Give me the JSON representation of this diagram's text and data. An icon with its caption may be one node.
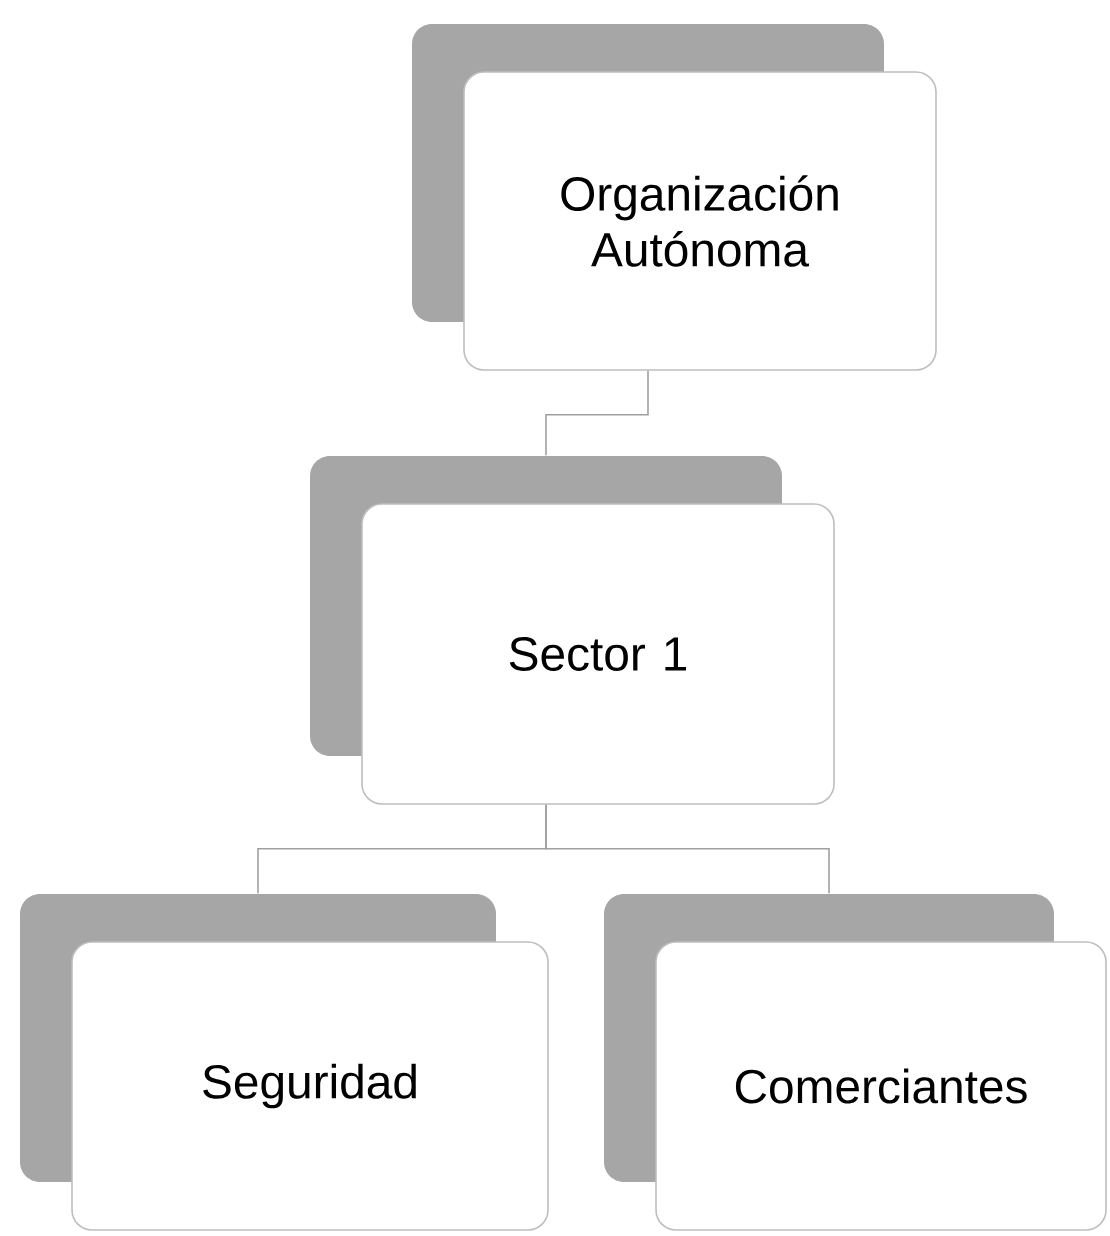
{
  "diagram": {
    "nodes": [
      {
        "text": [
          "Organización Autónoma"
        ]
      },
      {
        "text": [
          "Sector 1"
        ]
      },
      {
        "text": [
          "Seguridad"
        ]
      },
      {
        "text": [
          "Comerciantes"
        ]
      }
    ],
    "edges": [
      {
        "from": 0,
        "to": 1,
        "arrow": "none"
      },
      {
        "from": 1,
        "to": 2,
        "arrow": "none"
      },
      {
        "from": 1,
        "to": 3,
        "arrow": "none"
      }
    ]
  }
}
